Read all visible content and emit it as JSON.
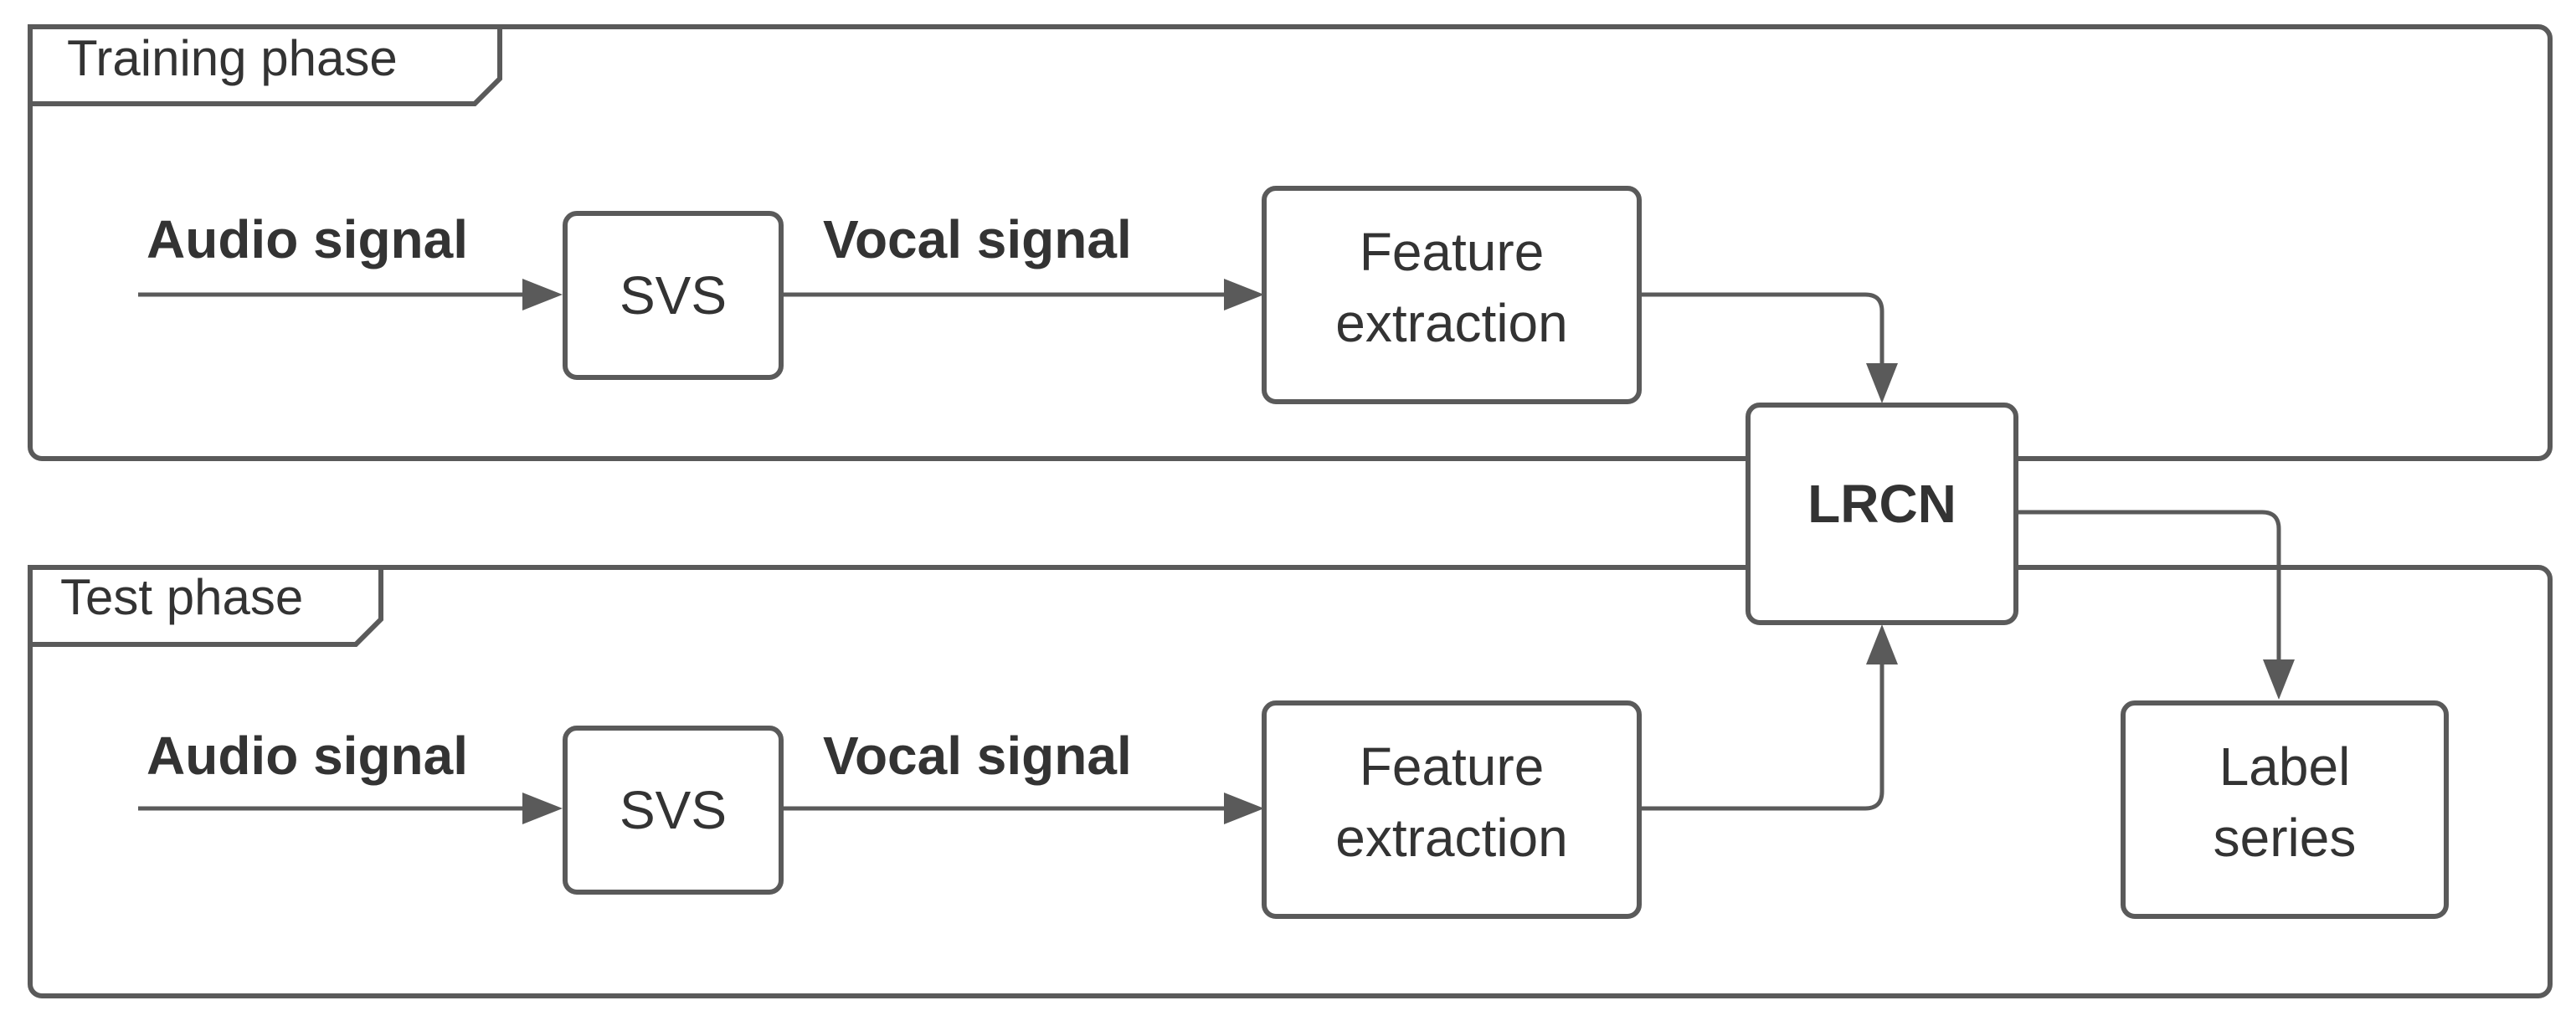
{
  "phases": {
    "training": "Training phase",
    "test": "Test phase"
  },
  "training": {
    "input_label": "Audio signal",
    "svs": "SVS",
    "mid_label": "Vocal signal",
    "feature_line1": "Feature",
    "feature_line2": "extraction"
  },
  "test": {
    "input_label": "Audio signal",
    "svs": "SVS",
    "mid_label": "Vocal signal",
    "feature_line1": "Feature",
    "feature_line2": "extraction",
    "output_line1": "Label",
    "output_line2": "series"
  },
  "model": "LRCN",
  "colors": {
    "stroke": "#5a5a5a",
    "text": "#333333",
    "background": "#ffffff"
  }
}
